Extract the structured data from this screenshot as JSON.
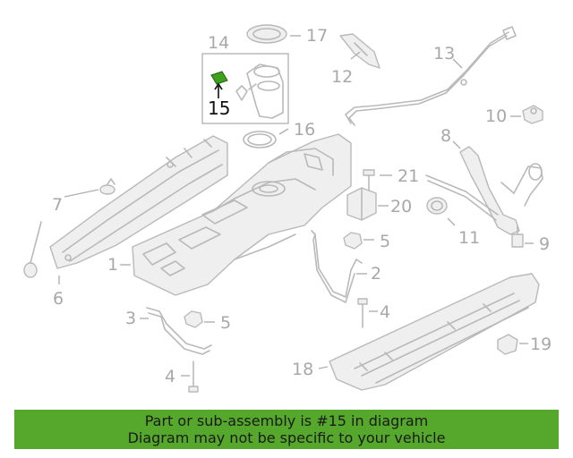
{
  "diagram": {
    "callouts": {
      "c1": "1",
      "c2": "2",
      "c3": "3",
      "c4a": "4",
      "c4b": "4",
      "c5a": "5",
      "c5b": "5",
      "c6": "6",
      "c7": "7",
      "c8": "8",
      "c9": "9",
      "c10": "10",
      "c11": "11",
      "c12": "12",
      "c13": "13",
      "c14": "14",
      "c15": "15",
      "c16": "16",
      "c17": "17",
      "c18": "18",
      "c19": "19",
      "c20": "20",
      "c21": "21"
    },
    "highlight_color": "#3fa01e",
    "part_color": "#b9b9b9"
  },
  "banner": {
    "line1": "Part or sub-assembly is #15 in diagram",
    "line2": "Diagram may not be specific to your vehicle",
    "color": "#55a82b"
  }
}
